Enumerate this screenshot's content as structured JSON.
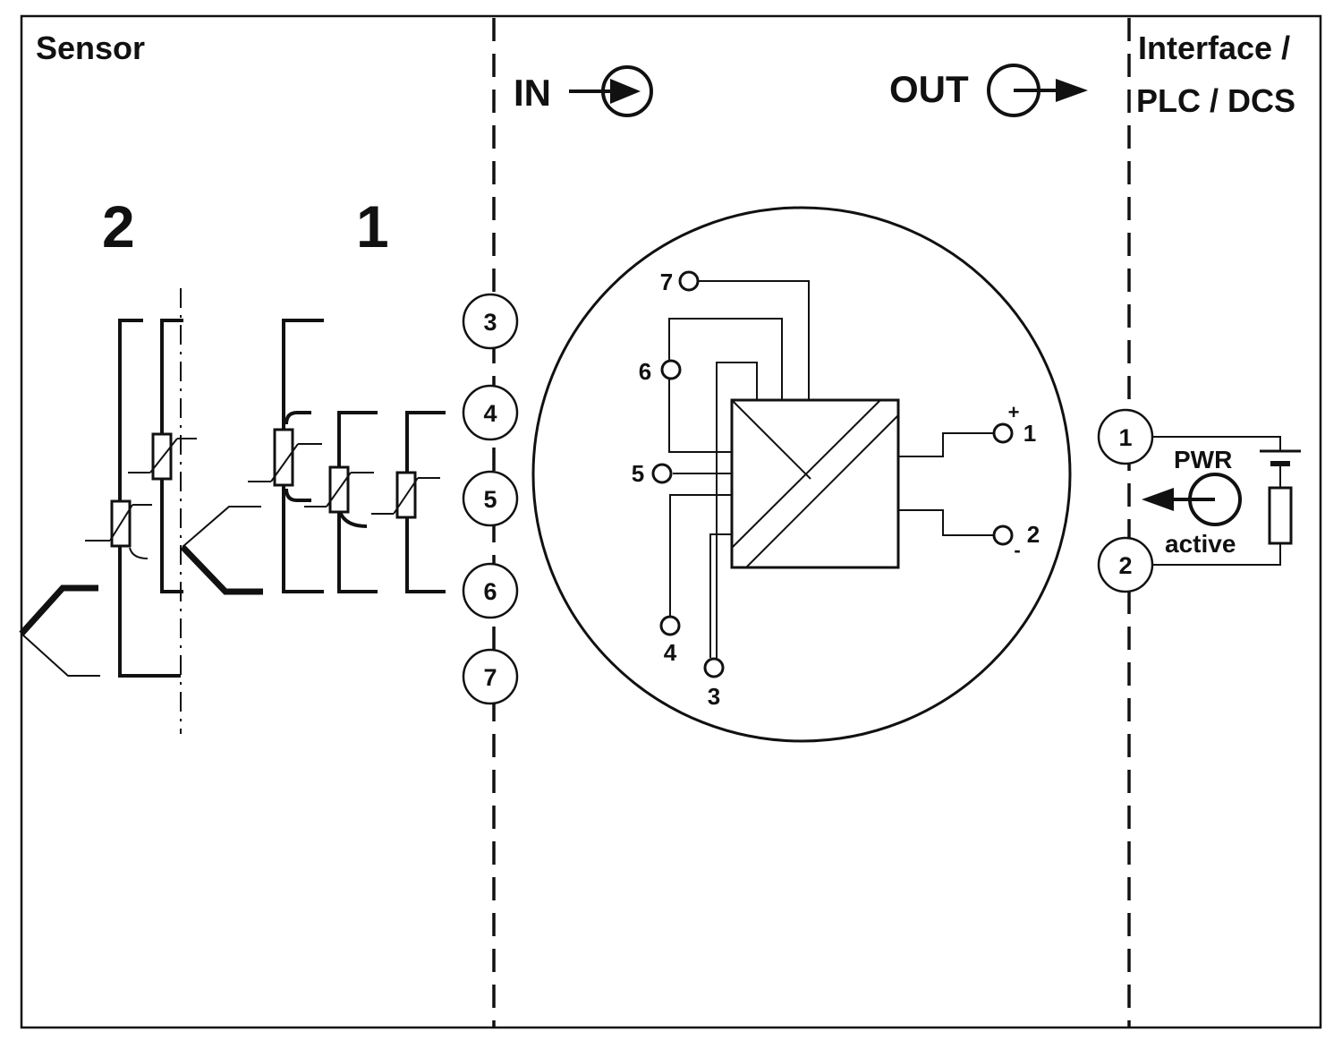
{
  "regions": {
    "sensor": "Sensor",
    "interface_line1": "Interface /",
    "interface_line2": "PLC / DCS"
  },
  "signal": {
    "in_label": "IN",
    "out_label": "OUT"
  },
  "sensor_variants": {
    "variant2": "2",
    "variant1": "1"
  },
  "input_terminals": [
    "3",
    "4",
    "5",
    "6",
    "7"
  ],
  "module_pins": {
    "p7": "7",
    "p6": "6",
    "p5": "5",
    "p4": "4",
    "p3": "3",
    "out1": "1",
    "out2": "2",
    "plus": "+",
    "minus": "-"
  },
  "output_terminals": [
    "1",
    "2"
  ],
  "power": {
    "pwr_label": "PWR",
    "active_label": "active"
  }
}
